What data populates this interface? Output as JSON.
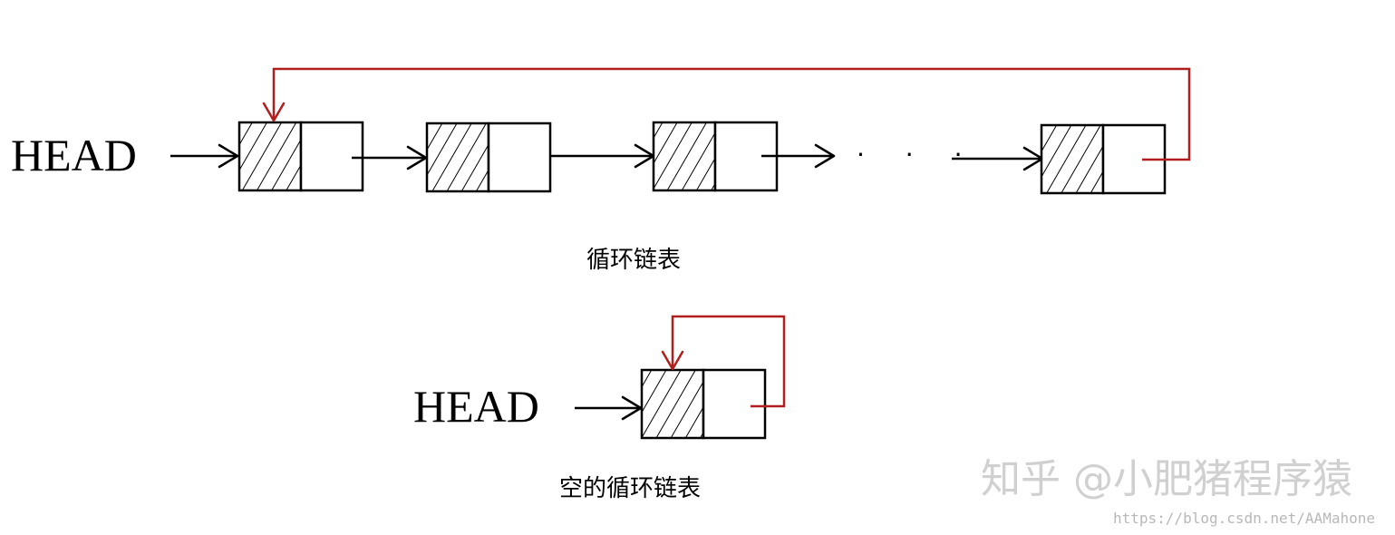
{
  "diagram": {
    "circular_list": {
      "head_label": "HEAD",
      "caption": "循环链表",
      "node_count": 4,
      "ellipsis": "· · ·"
    },
    "empty_circular_list": {
      "head_label": "HEAD",
      "caption": "空的循环链表",
      "node_count": 1
    }
  },
  "watermark": {
    "main": "知乎 @小肥猪程序猿",
    "url": "https://blog.csdn.net/AAMahone"
  },
  "colors": {
    "loop_arrow": "#b01e1e",
    "stroke": "#000000",
    "watermark": "#d0d0d0"
  }
}
